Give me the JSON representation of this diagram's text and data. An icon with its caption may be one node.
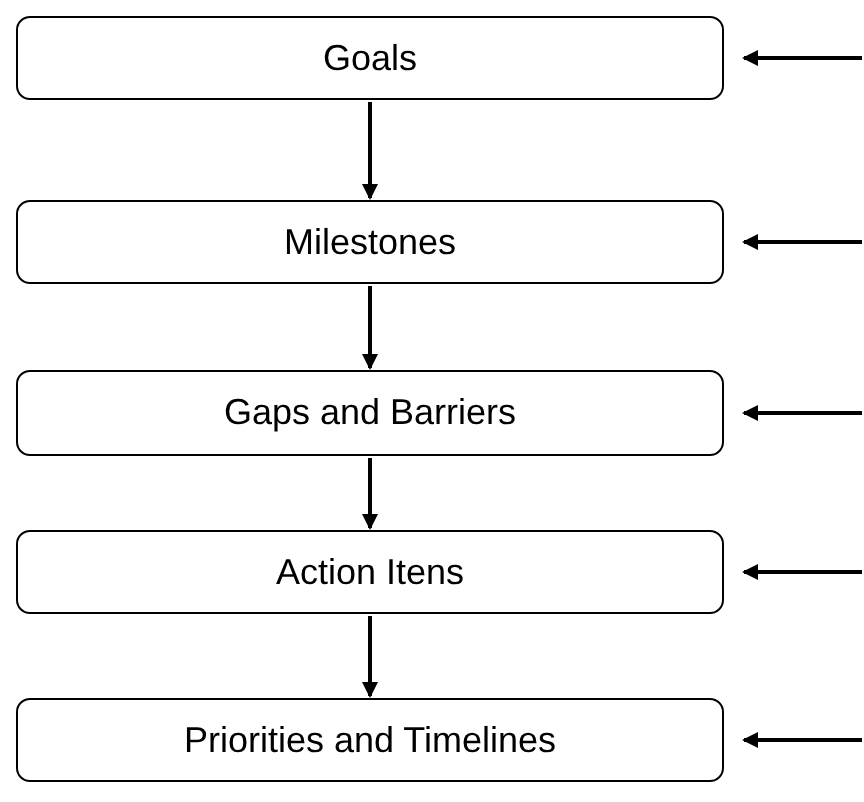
{
  "diagram": {
    "nodes": [
      {
        "text": [
          "Goals"
        ]
      },
      {
        "text": [
          "Milestones"
        ]
      },
      {
        "text": [
          "Gaps and Barriers"
        ]
      },
      {
        "text": [
          "Action Itens"
        ]
      },
      {
        "text": [
          "Priorities and Timelines"
        ]
      }
    ],
    "edges": [
      {
        "from": 0,
        "to": 1,
        "arrow": "to"
      },
      {
        "from": 1,
        "to": 2,
        "arrow": "to"
      },
      {
        "from": 2,
        "to": 3,
        "arrow": "to"
      },
      {
        "from": 3,
        "to": 4,
        "arrow": "to"
      },
      {
        "from": null,
        "to": 0,
        "arrow": "to"
      },
      {
        "from": null,
        "to": 1,
        "arrow": "to"
      },
      {
        "from": null,
        "to": 2,
        "arrow": "to"
      },
      {
        "from": null,
        "to": 3,
        "arrow": "to"
      },
      {
        "from": null,
        "to": 4,
        "arrow": "to"
      }
    ]
  }
}
